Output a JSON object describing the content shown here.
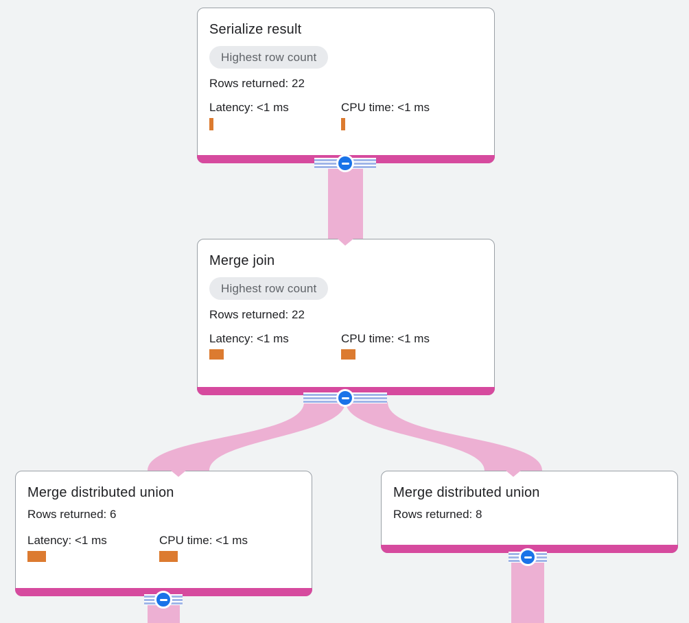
{
  "app": {
    "view": "Query execution plan graph"
  },
  "colors": {
    "background": "#f1f3f4",
    "node_accent_magenta": "#d64a9e",
    "flow_band_pink": "#edb0d3",
    "metric_bar_orange": "#dc7b30",
    "collapse_button_blue": "#1a73e8",
    "stripe_blue": "#9fb5e8",
    "badge_bg": "#e8eaed",
    "badge_text": "#5f6368",
    "text": "#202124"
  },
  "nodes": [
    {
      "id": "node-0",
      "title": "Serialize result",
      "badge": "Highest row count",
      "rows_returned_label": "Rows returned: 22",
      "latency_label": "Latency: <1 ms",
      "cpu_label": "CPU time: <1 ms",
      "latency_bar_css": "width:6px;height:18px",
      "cpu_bar_css": "width:6px;height:18px"
    },
    {
      "id": "node-1",
      "title": "Merge join",
      "badge": "Highest row count",
      "rows_returned_label": "Rows returned: 22",
      "latency_label": "Latency: <1 ms",
      "cpu_label": "CPU time: <1 ms",
      "latency_bar_css": "width:21px;height:15px",
      "cpu_bar_css": "width:21px;height:15px"
    },
    {
      "id": "node-2",
      "title": "Merge distributed union",
      "rows_returned_label": "Rows returned: 6",
      "latency_label": "Latency: <1 ms",
      "cpu_label": "CPU time: <1 ms",
      "latency_bar_css": "width:27px;height:16px",
      "cpu_bar_css": "width:27px;height:16px"
    },
    {
      "id": "node-3",
      "title": "Merge distributed union",
      "rows_returned_label": "Rows returned: 8"
    }
  ],
  "edges": [
    {
      "source": "node-0",
      "target": "node-1"
    },
    {
      "source": "node-1",
      "target": "node-2"
    },
    {
      "source": "node-1",
      "target": "node-3"
    },
    {
      "source": "node-2",
      "target": "offscreen-below"
    },
    {
      "source": "node-3",
      "target": "offscreen-below"
    }
  ],
  "collapse_button": {
    "icon": "minus",
    "state": "expanded"
  }
}
